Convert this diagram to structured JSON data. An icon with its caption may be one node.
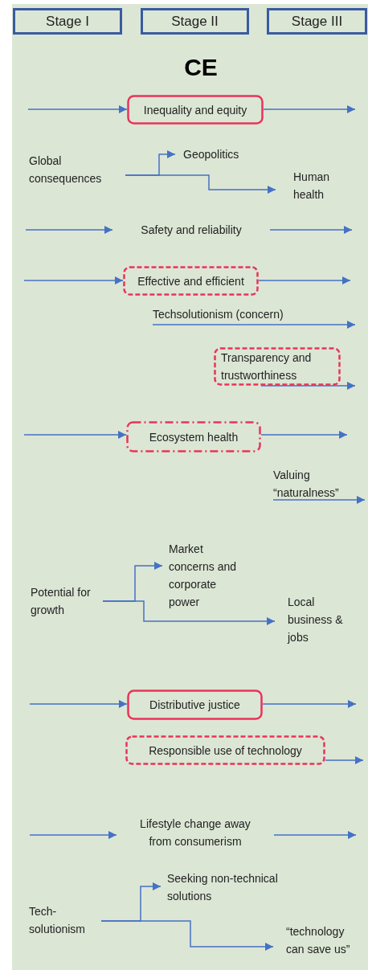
{
  "diagram": {
    "title": "CE",
    "nodes": [
      {
        "text": [
          "Stage I"
        ]
      },
      {
        "text": [
          "Stage II"
        ]
      },
      {
        "text": [
          "Stage III"
        ]
      },
      {
        "text": [
          "Inequality and equity"
        ]
      },
      {
        "text": [
          "Global consequences"
        ]
      },
      {
        "text": [
          "Geopolitics"
        ]
      },
      {
        "text": [
          "Human health"
        ]
      },
      {
        "text": [
          "Safety and reliability"
        ]
      },
      {
        "text": [
          "Effective and efficient"
        ]
      },
      {
        "text": [
          "Techsolutionism (concern)"
        ]
      },
      {
        "text": [
          "Transparency and trustworthiness"
        ]
      },
      {
        "text": [
          "Ecosystem health"
        ]
      },
      {
        "text": [
          "Valuing “naturalness”"
        ]
      },
      {
        "text": [
          "Potential for growth"
        ]
      },
      {
        "text": [
          "Market concerns and corporate power"
        ]
      },
      {
        "text": [
          "Local business & jobs"
        ]
      },
      {
        "text": [
          "Distributive justice"
        ]
      },
      {
        "text": [
          "Responsible use of technology"
        ]
      },
      {
        "text": [
          "Lifestyle change away from consumerism"
        ]
      },
      {
        "text": [
          "Tech-solutionism"
        ]
      },
      {
        "text": [
          "Seeking non-technical solutions"
        ]
      },
      {
        "text": [
          "“technology can save us”"
        ]
      }
    ],
    "edges": [
      {
        "from": null,
        "to": 3,
        "arrow": "to"
      },
      {
        "from": 3,
        "to": null,
        "arrow": "to"
      },
      {
        "from": 4,
        "to": 5,
        "arrow": "to"
      },
      {
        "from": 4,
        "to": 6,
        "arrow": "to"
      },
      {
        "from": null,
        "to": 7,
        "arrow": "to"
      },
      {
        "from": 7,
        "to": null,
        "arrow": "to"
      },
      {
        "from": null,
        "to": 8,
        "arrow": "to"
      },
      {
        "from": 8,
        "to": null,
        "arrow": "to"
      },
      {
        "from": 9,
        "to": null,
        "arrow": "to"
      },
      {
        "from": 10,
        "to": null,
        "arrow": "to"
      },
      {
        "from": null,
        "to": 11,
        "arrow": "to"
      },
      {
        "from": 11,
        "to": null,
        "arrow": "to"
      },
      {
        "from": 12,
        "to": null,
        "arrow": "to"
      },
      {
        "from": 13,
        "to": 14,
        "arrow": "to"
      },
      {
        "from": 13,
        "to": 15,
        "arrow": "to"
      },
      {
        "from": null,
        "to": 16,
        "arrow": "to"
      },
      {
        "from": 16,
        "to": null,
        "arrow": "to"
      },
      {
        "from": 17,
        "to": null,
        "arrow": "to"
      },
      {
        "from": null,
        "to": 18,
        "arrow": "to"
      },
      {
        "from": 18,
        "to": null,
        "arrow": "to"
      },
      {
        "from": 19,
        "to": 20,
        "arrow": "to"
      },
      {
        "from": 19,
        "to": 21,
        "arrow": "to"
      }
    ]
  }
}
